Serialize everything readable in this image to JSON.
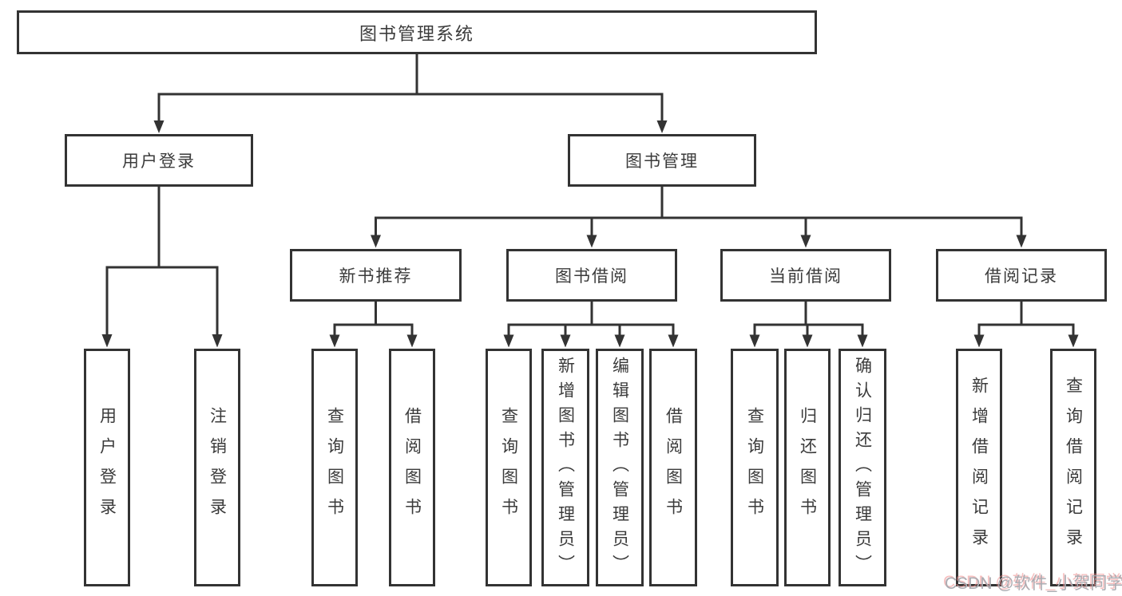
{
  "diagram": {
    "type": "hierarchy-tree",
    "tree": {
      "root": {
        "label": "图书管理系统",
        "children": [
          {
            "label": "用户登录",
            "children": [
              {
                "label": "用户登录"
              },
              {
                "label": "注销登录"
              }
            ]
          },
          {
            "label": "图书管理",
            "children": [
              {
                "label": "新书推荐",
                "children": [
                  {
                    "label": "查询图书"
                  },
                  {
                    "label": "借阅图书"
                  }
                ]
              },
              {
                "label": "图书借阅",
                "children": [
                  {
                    "label": "查询图书"
                  },
                  {
                    "label": "新增图书（管理员）"
                  },
                  {
                    "label": "编辑图书（管理员）"
                  },
                  {
                    "label": "借阅图书"
                  }
                ]
              },
              {
                "label": "当前借阅",
                "children": [
                  {
                    "label": "查询图书"
                  },
                  {
                    "label": "归还图书"
                  },
                  {
                    "label": "确认归还（管理员）"
                  }
                ]
              },
              {
                "label": "借阅记录",
                "children": [
                  {
                    "label": "新增借阅记录"
                  },
                  {
                    "label": "查询借阅记录"
                  }
                ]
              }
            ]
          }
        ]
      }
    },
    "colors": {
      "line": "#333333",
      "text": "#3b3b3b",
      "background": "#ffffff",
      "watermark_gray": "#ababb1",
      "watermark_red": "#ee8c8c"
    }
  },
  "watermark": "CSDN @软件_小贺同学"
}
